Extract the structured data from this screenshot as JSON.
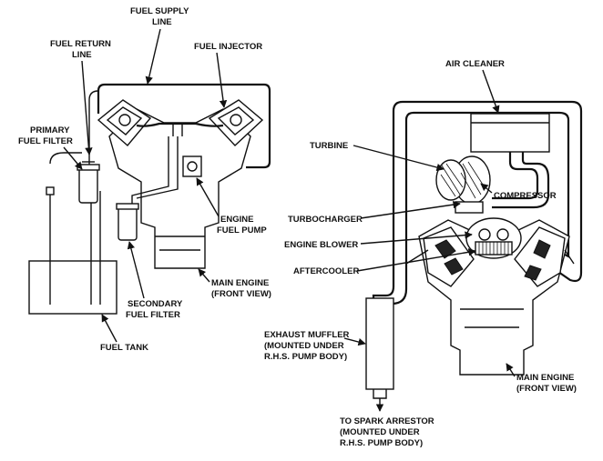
{
  "labels": {
    "fuel_supply_line_1": "FUEL SUPPLY",
    "fuel_supply_line_2": "LINE",
    "fuel_injector": "FUEL INJECTOR",
    "fuel_return_line_1": "FUEL RETURN",
    "fuel_return_line_2": "LINE",
    "primary_fuel_filter_1": "PRIMARY",
    "primary_fuel_filter_2": "FUEL FILTER",
    "engine_fuel_pump_1": "ENGINE",
    "engine_fuel_pump_2": "FUEL PUMP",
    "secondary_fuel_filter_1": "SECONDARY",
    "secondary_fuel_filter_2": "FUEL FILTER",
    "main_engine_left_1": "MAIN ENGINE",
    "main_engine_left_2": "(FRONT VIEW)",
    "fuel_tank": "FUEL TANK",
    "air_cleaner": "AIR CLEANER",
    "turbine": "TURBINE",
    "compressor": "COMPRESSOR",
    "turbocharger": "TURBOCHARGER",
    "engine_blower": "ENGINE BLOWER",
    "aftercooler": "AFTERCOOLER",
    "exhaust_muffler_1": "EXHAUST MUFFLER",
    "exhaust_muffler_2": "(MOUNTED UNDER",
    "exhaust_muffler_3": "R.H.S. PUMP BODY)",
    "main_engine_right_1": "MAIN ENGINE",
    "main_engine_right_2": "(FRONT VIEW)",
    "spark_arrestor_1": "TO SPARK ARRESTOR",
    "spark_arrestor_2": "(MOUNTED UNDER",
    "spark_arrestor_3": "R.H.S. PUMP BODY)"
  }
}
